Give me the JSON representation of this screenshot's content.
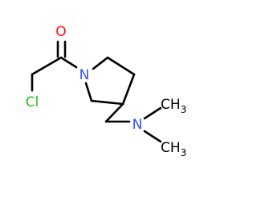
{
  "molecule": {
    "atoms": {
      "oxygen": {
        "symbol": "O",
        "color": "#ff0d0d"
      },
      "nitrogen_ring": {
        "symbol": "N",
        "color": "#3050f8"
      },
      "nitrogen_amine": {
        "symbol": "N",
        "color": "#3050f8"
      },
      "chlorine": {
        "symbol": "Cl",
        "color": "#1fc01f"
      },
      "methyl_upper": {
        "symbol": "CH",
        "subscript": "3",
        "color": "#000000"
      },
      "methyl_lower": {
        "symbol": "CH",
        "subscript": "3",
        "color": "#000000"
      }
    },
    "bond_color": "#000000"
  }
}
